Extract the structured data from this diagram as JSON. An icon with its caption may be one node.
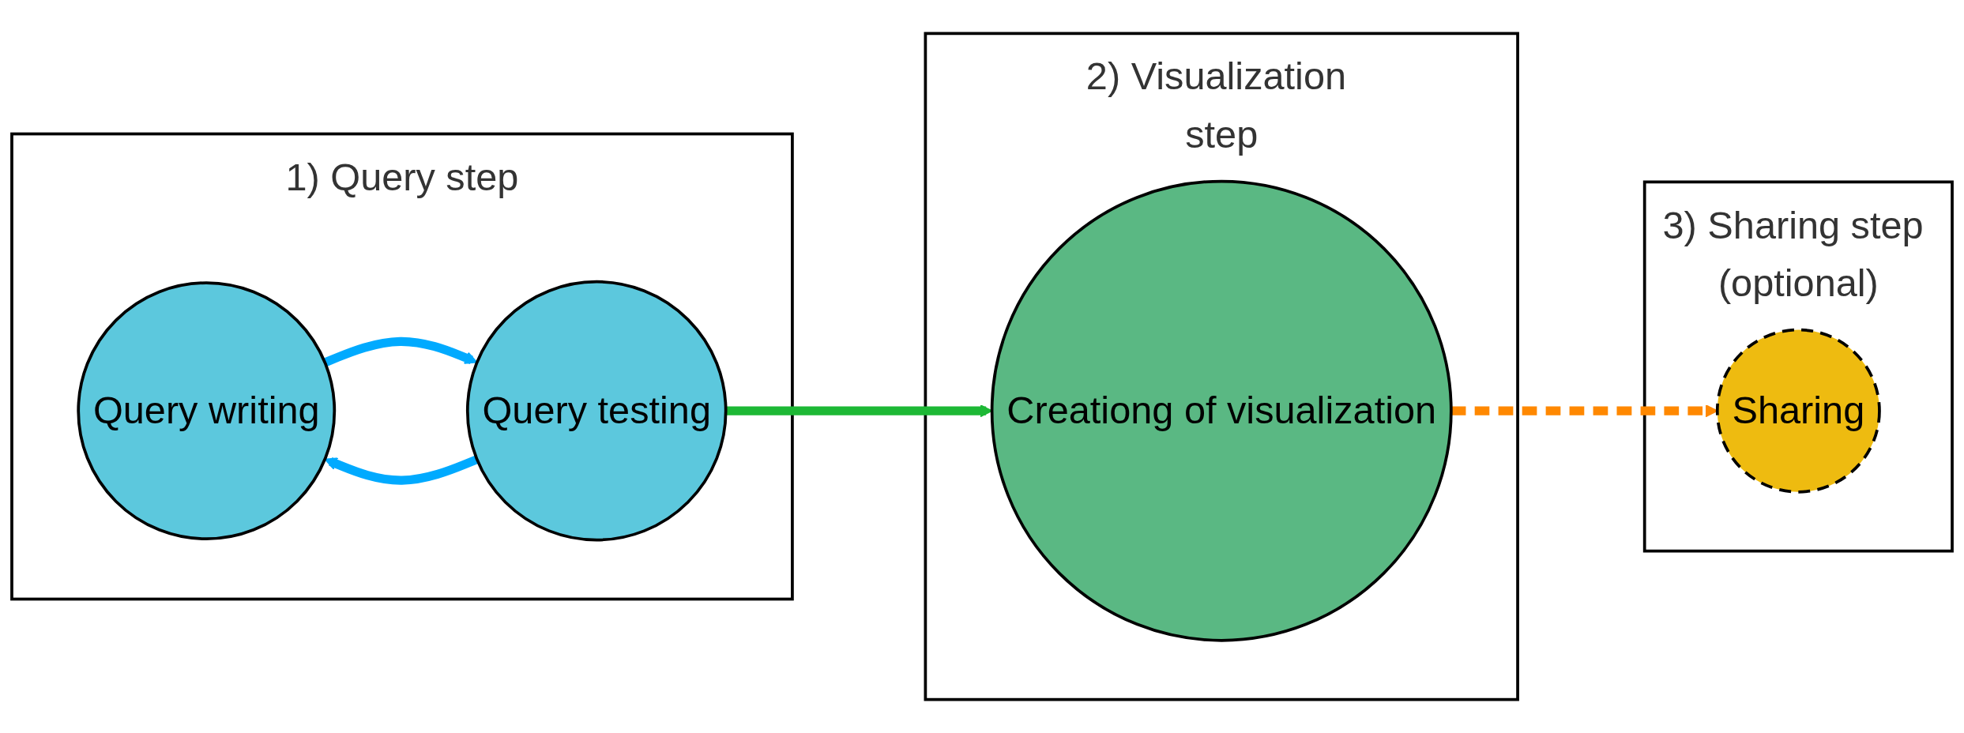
{
  "diagram": {
    "nodes": [
      {
        "text": [
          "1) Query step"
        ]
      },
      {
        "text": [
          "Query writing"
        ],
        "in": 0
      },
      {
        "text": [
          "Query testing"
        ],
        "in": 0
      },
      {
        "text": [
          "2) Visualization step"
        ]
      },
      {
        "text": [
          "Creationg of visualization"
        ],
        "in": 3
      },
      {
        "text": [
          "3) Sharing step (optional)"
        ]
      },
      {
        "text": [
          "Sharing"
        ],
        "in": 5
      }
    ],
    "edges": [
      {
        "from": 1,
        "to": 2,
        "arrow": "to",
        "color": "#00aaff"
      },
      {
        "from": 2,
        "to": 1,
        "arrow": "to",
        "color": "#00aaff"
      },
      {
        "from": 2,
        "to": 4,
        "arrow": "to",
        "color": "#1db835"
      },
      {
        "from": 4,
        "to": 6,
        "arrow": "to",
        "style": "dashed",
        "color": "#ff8800"
      }
    ]
  }
}
